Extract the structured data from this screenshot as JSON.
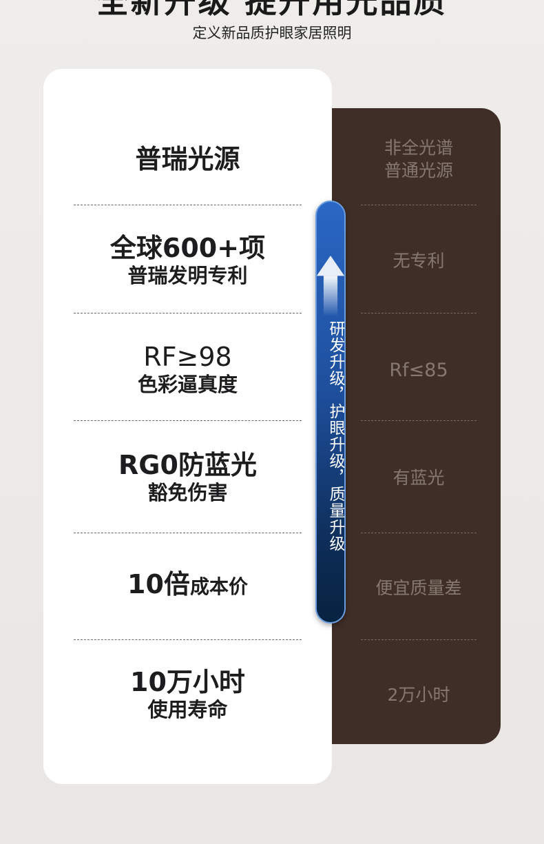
{
  "header": {
    "title": "全新升级 提升用光品质",
    "subtitle": "定义新品质护眼家居照明"
  },
  "upgrade_bar": {
    "text": "研发升级，护眼升级，质量升级"
  },
  "rows": [
    {
      "left_main": "普瑞光源",
      "left_sub": "",
      "right": [
        "非全光谱",
        "普通光源"
      ]
    },
    {
      "left_main": "全球600+项",
      "left_sub": "普瑞发明专利",
      "right": [
        "无专利"
      ]
    },
    {
      "left_main": "RF≥98",
      "left_sub": "色彩逼真度",
      "right": [
        "Rf≤85"
      ]
    },
    {
      "left_main": "RG0防蓝光",
      "left_sub": "豁免伤害",
      "right": [
        "有蓝光"
      ]
    },
    {
      "left_main": "10倍",
      "left_main_suffix": "成本价",
      "right": [
        "便宜质量差"
      ]
    },
    {
      "left_main": "10万小时",
      "left_sub": "使用寿命",
      "right": [
        "2万小时"
      ]
    }
  ]
}
